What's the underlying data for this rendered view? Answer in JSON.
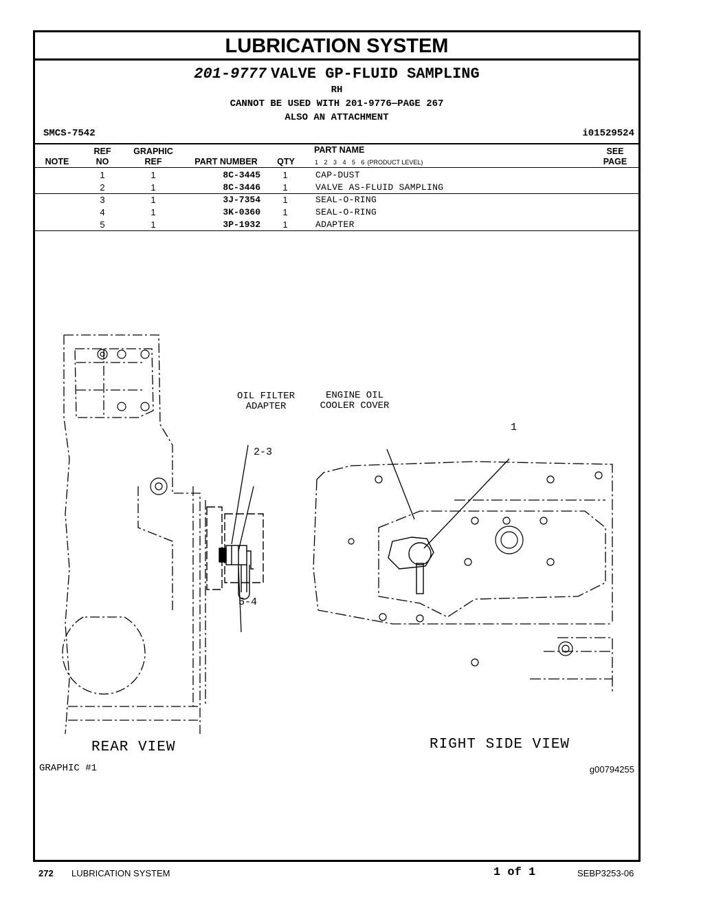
{
  "header": {
    "title": "LUBRICATION SYSTEM",
    "part_number": "201-9777",
    "part_desc": "VALVE GP-FLUID SAMPLING",
    "rh": "RH",
    "cannot_use": "CANNOT BE USED WITH 201-9776—PAGE 267",
    "also": "ALSO AN ATTACHMENT",
    "smcs": "SMCS-7542",
    "illustration_id": "i01529524"
  },
  "table": {
    "headers": {
      "note": "NOTE",
      "ref_top": "REF",
      "ref_bottom": "NO",
      "graphic_top": "GRAPHIC",
      "graphic_bottom": "REF",
      "part_number": "PART NUMBER",
      "qty": "QTY",
      "part_name": "PART NAME",
      "levels": "1 2 3 4 5 6",
      "product_level": "(PRODUCT LEVEL)",
      "see_top": "SEE",
      "see_bottom": "PAGE"
    },
    "rows": [
      {
        "ref": "1",
        "graphic": "1",
        "part": "8C-3445",
        "qty": "1",
        "name": "CAP-DUST"
      },
      {
        "ref": "2",
        "graphic": "1",
        "part": "8C-3446",
        "qty": "1",
        "name": "VALVE AS-FLUID SAMPLING"
      },
      {
        "ref": "3",
        "graphic": "1",
        "part": "3J-7354",
        "qty": "1",
        "name": "SEAL-O-RING"
      },
      {
        "ref": "4",
        "graphic": "1",
        "part": "3K-0360",
        "qty": "1",
        "name": "SEAL-O-RING"
      },
      {
        "ref": "5",
        "graphic": "1",
        "part": "3P-1932",
        "qty": "1",
        "name": "ADAPTER"
      }
    ]
  },
  "drawing": {
    "label_oil_filter_1": "OIL FILTER",
    "label_oil_filter_2": "ADAPTER",
    "label_cooler_1": "ENGINE OIL",
    "label_cooler_2": "COOLER COVER",
    "callout_1": "1",
    "callout_2_3": "2-3",
    "callout_5_4": "5-4",
    "rear_view": "REAR VIEW",
    "right_side_view": "RIGHT SIDE VIEW",
    "graphic_label": "GRAPHIC #1",
    "graphic_number": "g00794255"
  },
  "footer": {
    "page": "272",
    "section": "LUBRICATION SYSTEM",
    "page_of": "1 of 1",
    "doc": "SEBP3253-06"
  }
}
